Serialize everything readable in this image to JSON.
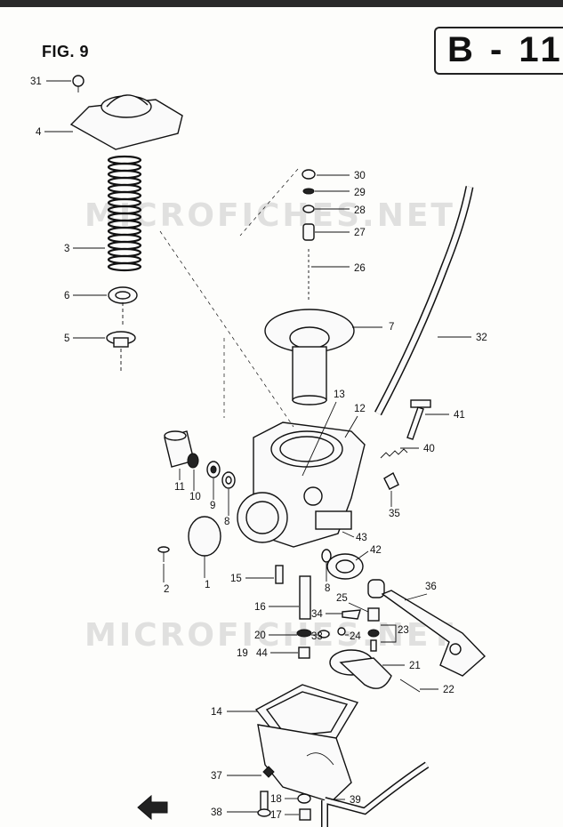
{
  "figure_label": "FIG. 9",
  "diagram_code": "B - 11",
  "watermark": "MICROFICHES.NET",
  "parts": [
    {
      "id": "31",
      "number": "31",
      "icon": "screw-icon"
    },
    {
      "id": "4",
      "number": "4",
      "icon": "cap-icon"
    },
    {
      "id": "3",
      "number": "3",
      "icon": "spring-icon"
    },
    {
      "id": "6",
      "number": "6",
      "icon": "retainer-icon"
    },
    {
      "id": "5",
      "number": "5",
      "icon": "seat-icon"
    },
    {
      "id": "30",
      "number": "30",
      "icon": "nut-icon"
    },
    {
      "id": "29",
      "number": "29",
      "icon": "washer-icon"
    },
    {
      "id": "28",
      "number": "28",
      "icon": "washer-icon"
    },
    {
      "id": "27",
      "number": "27",
      "icon": "spring-icon"
    },
    {
      "id": "26",
      "number": "26",
      "icon": "needle-icon"
    },
    {
      "id": "7",
      "number": "7",
      "icon": "diaphragm-icon"
    },
    {
      "id": "32",
      "number": "32",
      "icon": "hose-icon"
    },
    {
      "id": "13",
      "number": "13",
      "icon": "screw-icon"
    },
    {
      "id": "12",
      "number": "12",
      "icon": "body-icon"
    },
    {
      "id": "41",
      "number": "41",
      "icon": "screw-icon"
    },
    {
      "id": "40",
      "number": "40",
      "icon": "spring-icon"
    },
    {
      "id": "11",
      "number": "11",
      "icon": "cap-icon"
    },
    {
      "id": "10",
      "number": "10",
      "icon": "ring-icon"
    },
    {
      "id": "9",
      "number": "9",
      "icon": "washer-icon"
    },
    {
      "id": "8a",
      "number": "8",
      "icon": "washer-icon"
    },
    {
      "id": "35",
      "number": "35",
      "icon": "cap-icon"
    },
    {
      "id": "43",
      "number": "43",
      "icon": "spring-icon"
    },
    {
      "id": "42",
      "number": "42",
      "icon": "spring-icon"
    },
    {
      "id": "2",
      "number": "2",
      "icon": "screw-icon"
    },
    {
      "id": "1",
      "number": "1",
      "icon": "plate-icon"
    },
    {
      "id": "15",
      "number": "15",
      "icon": "jet-icon"
    },
    {
      "id": "8b",
      "number": "8",
      "icon": "washer-icon"
    },
    {
      "id": "36",
      "number": "36",
      "icon": "lever-icon"
    },
    {
      "id": "16",
      "number": "16",
      "icon": "tube-icon"
    },
    {
      "id": "25",
      "number": "25",
      "icon": "jet-icon"
    },
    {
      "id": "34",
      "number": "34",
      "icon": "clip-icon"
    },
    {
      "id": "23",
      "number": "23",
      "icon": "valve-icon"
    },
    {
      "id": "20",
      "number": "20",
      "icon": "washer-icon"
    },
    {
      "id": "33",
      "number": "33",
      "icon": "washer-icon"
    },
    {
      "id": "24",
      "number": "24",
      "icon": "screw-icon"
    },
    {
      "id": "19",
      "number": "19",
      "icon": "jet-icon"
    },
    {
      "id": "44",
      "number": "44",
      "icon": "jet-icon"
    },
    {
      "id": "21",
      "number": "21",
      "icon": "float-icon"
    },
    {
      "id": "22",
      "number": "22",
      "icon": "pin-icon"
    },
    {
      "id": "14",
      "number": "14",
      "icon": "gasket-icon"
    },
    {
      "id": "37",
      "number": "37",
      "icon": "bolt-icon"
    },
    {
      "id": "18",
      "number": "18",
      "icon": "washer-icon"
    },
    {
      "id": "39",
      "number": "39",
      "icon": "hose-icon"
    },
    {
      "id": "38",
      "number": "38",
      "icon": "bolt-icon"
    },
    {
      "id": "17",
      "number": "17",
      "icon": "nut-icon"
    }
  ],
  "icons": {
    "front_arrow": "arrow-icon"
  }
}
